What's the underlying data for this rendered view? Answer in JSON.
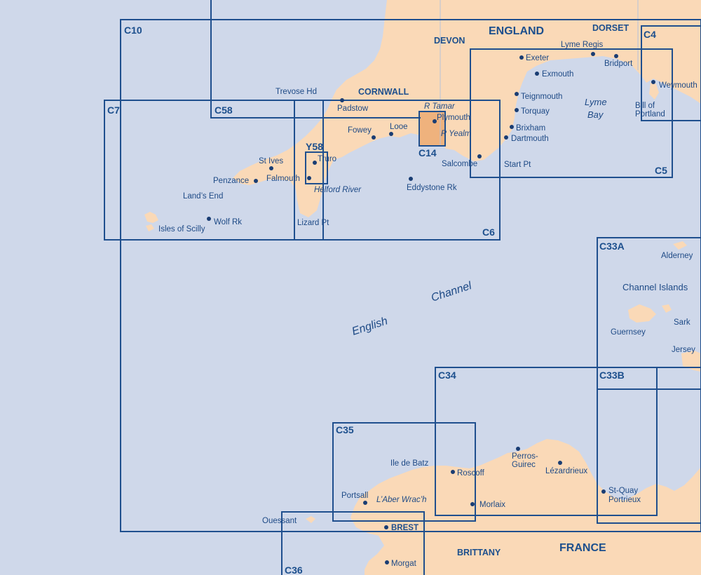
{
  "colors": {
    "sea": "#cfd8ea",
    "land": "#fad9b7",
    "highlight": "#efb27d",
    "chart_frame": "#1f4f8e",
    "text": "#1e4a86"
  },
  "chart_areas": {
    "C10": "C10",
    "C58": "C58",
    "C7": "C7",
    "C6": "C6",
    "C5": "C5",
    "C4": "C4",
    "Y58": "Y58",
    "C14": "C14",
    "C33A": "C33A",
    "C33B": "C33B",
    "C34": "C34",
    "C35": "C35",
    "C36": "C36"
  },
  "regions": {
    "england": "ENGLAND",
    "devon": "DEVON",
    "dorset": "DORSET",
    "cornwall": "CORNWALL",
    "brittany": "BRITTANY",
    "france": "FRANCE"
  },
  "sea_labels": {
    "english": "English",
    "channel": "Channel",
    "lyme": "Lyme",
    "bay": "Bay"
  },
  "places": {
    "exeter": "Exeter",
    "lyme_regis": "Lyme Regis",
    "bridport": "Bridport",
    "exmouth": "Exmouth",
    "weymouth": "Weymouth",
    "teignmouth": "Teignmouth",
    "torquay": "Torquay",
    "bill_of": "Bill of",
    "portland": "Portland",
    "brixham": "Brixham",
    "dartmouth": "Dartmouth",
    "start_pt": "Start Pt",
    "salcombe": "Salcombe",
    "plymouth": "Plymouth",
    "r_tamar": "R Tamar",
    "r_yealm": "R Yealm",
    "looe": "Looe",
    "fowey": "Fowey",
    "padstow": "Padstow",
    "trevose_hd": "Trevose Hd",
    "truro": "Truro",
    "falmouth": "Falmouth",
    "helford_river": "Helford River",
    "st_ives": "St Ives",
    "penzance": "Penzance",
    "lands_end": "Land’s End",
    "wolf_rk": "Wolf Rk",
    "isles_of_scilly": "Isles of Scilly",
    "lizard_pt": "Lizard Pt",
    "eddystone_rk": "Eddystone Rk",
    "alderney": "Alderney",
    "channel_islands": "Channel Islands",
    "sark": "Sark",
    "guernsey": "Guernsey",
    "jersey": "Jersey",
    "perros": "Perros-",
    "guirec": "Guirec",
    "lezardrieux": "Lézardrieux",
    "ile_de_batz": "Ile de Batz",
    "roscoff": "Roscoff",
    "morlaix": "Morlaix",
    "st_quay": "St-Quay",
    "portrieux": "Portrieux",
    "portsall": "Portsall",
    "laber_wrach": "L’Aber Wrac’h",
    "ouessant": "Ouessant",
    "brest": "BREST",
    "morgat": "Morgat"
  }
}
